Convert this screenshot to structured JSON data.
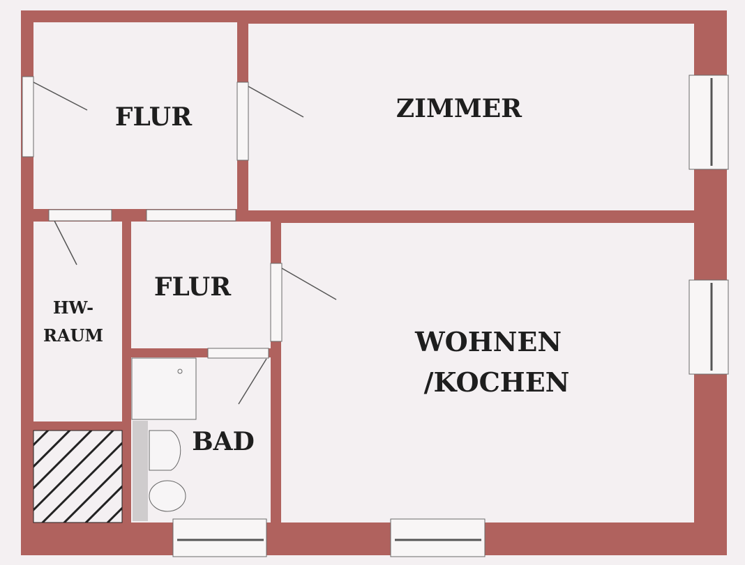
{
  "plan": {
    "rooms": [
      {
        "id": "flur-1",
        "label": "FLUR"
      },
      {
        "id": "zimmer",
        "label": "ZIMMER"
      },
      {
        "id": "hw-raum",
        "label_line1": "HW-",
        "label_line2": "RAUM"
      },
      {
        "id": "flur-2",
        "label": "FLUR"
      },
      {
        "id": "bad",
        "label": "BAD"
      },
      {
        "id": "wohnen",
        "label_line1": "WOHNEN",
        "label_line2": "/KOCHEN"
      }
    ],
    "colors": {
      "wall": "#b0625e",
      "floor": "#f4f0f2",
      "text": "#1e1e1e"
    }
  }
}
